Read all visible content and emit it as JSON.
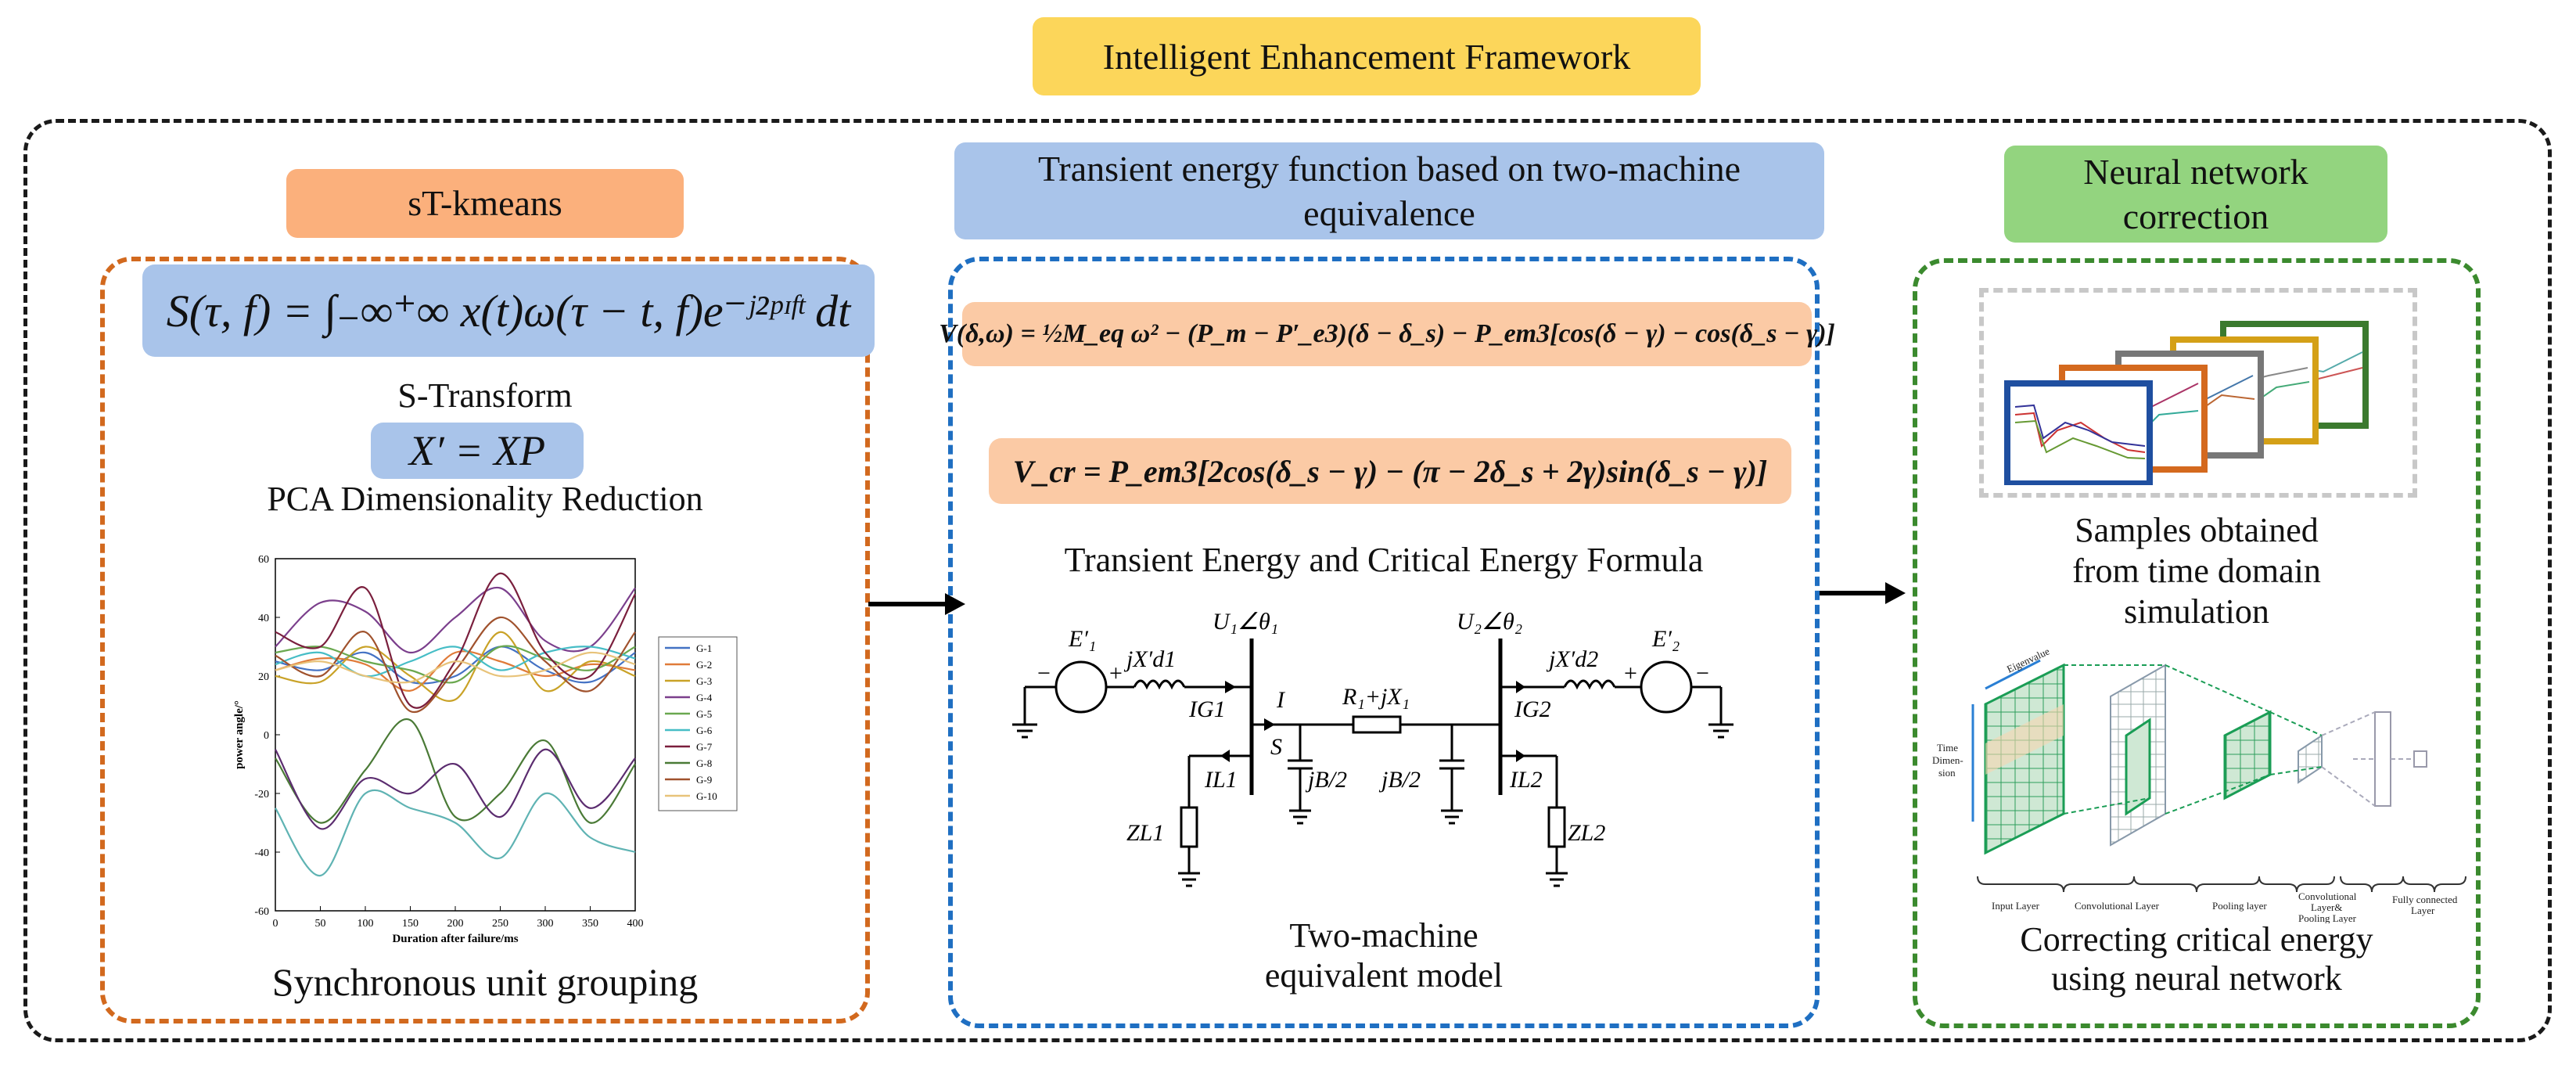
{
  "title": "Intelligent Enhancement Framework",
  "panels": {
    "clustering": {
      "header": "sT-kmeans",
      "formula_s_transform": "S(τ, f) = ∫₋∞⁺∞ x(t)ω(τ − t, f)e⁻ʲ²ᵖᶦᶠᵗ dt",
      "caption_s_transform": "S-Transform",
      "formula_pca": "X′ = XP",
      "caption_pca": "PCA Dimensionality Reduction",
      "caption_bottom": "Synchronous unit grouping"
    },
    "energy": {
      "header": "Transient energy function based on two-machine equivalence",
      "formula_v": "V(δ,ω) = ½M_eq ω² − (P_m − P′_e3)(δ − δ_s) − P_em3[cos(δ − γ) − cos(δ_s − γ)]",
      "formula_vcr": "V_cr = P_em3[2cos(δ_s − γ) − (π − 2δ_s + 2γ)sin(δ_s − γ)]",
      "caption_formula": "Transient Energy and Critical Energy Formula",
      "caption_model_line1": "Two-machine",
      "caption_model_line2": "equivalent model",
      "circuit_labels": {
        "e1": "E′₁",
        "e2": "E′₂",
        "jxd1": "jX′d1",
        "jxd2": "jX′d2",
        "u1": "U₁∠θ₁",
        "u2": "U₂∠θ₂",
        "ig1": "IG1",
        "ig2": "IG2",
        "i": "I",
        "s": "S",
        "r1": "R₁+jX₁",
        "jb_left": "jB/2",
        "jb_right": "jB/2",
        "il1": "IL1",
        "il2": "IL2",
        "zl1": "ZL1",
        "zl2": "ZL2",
        "minus_left": "−",
        "plus_left": "+",
        "plus_right": "+",
        "minus_right": "−"
      }
    },
    "correction": {
      "header_line1": "Neural network",
      "header_line2": "correction",
      "caption_samples_1": "Samples obtained",
      "caption_samples_2": "from time domain",
      "caption_samples_3": "simulation",
      "caption_nn_1": "Correcting critical energy",
      "caption_nn_2": "using neural network",
      "cnn_labels": {
        "eigenvalue": "Eigenvalue",
        "time_dim_1": "Time",
        "time_dim_2": "Dimen-",
        "time_dim_3": "sion",
        "input_layer": "Input Layer",
        "conv_layer": "Convolutional Layer",
        "pool_layer": "Pooling layer",
        "conv_pool_1": "Convolutional",
        "conv_pool_2": "Layer&",
        "conv_pool_3": "Pooling Layer",
        "fc_1": "Fully connected",
        "fc_2": "Layer"
      }
    }
  },
  "chart_data": {
    "type": "line",
    "title": "",
    "xlabel": "Duration after failure/ms",
    "ylabel": "power angle/°",
    "xlim": [
      0,
      400
    ],
    "ylim": [
      -60,
      60
    ],
    "xticks": [
      0,
      50,
      100,
      150,
      200,
      250,
      300,
      350,
      400
    ],
    "yticks": [
      -60,
      -40,
      -20,
      0,
      20,
      40,
      60
    ],
    "grid": false,
    "legend_position": "right",
    "x": [
      0,
      50,
      100,
      150,
      200,
      250,
      300,
      350,
      400
    ],
    "series": [
      {
        "name": "G-1",
        "color": "#4472c4",
        "values": [
          25,
          22,
          28,
          18,
          20,
          30,
          22,
          18,
          28
        ]
      },
      {
        "name": "G-2",
        "color": "#e07b39",
        "values": [
          22,
          26,
          24,
          15,
          28,
          25,
          20,
          24,
          22
        ]
      },
      {
        "name": "G-3",
        "color": "#c9a227",
        "values": [
          20,
          18,
          30,
          20,
          12,
          35,
          15,
          25,
          20
        ]
      },
      {
        "name": "G-4",
        "color": "#7b3f8c",
        "values": [
          30,
          45,
          42,
          28,
          40,
          50,
          32,
          30,
          50
        ]
      },
      {
        "name": "G-5",
        "color": "#6aa84f",
        "values": [
          28,
          30,
          25,
          22,
          18,
          30,
          26,
          22,
          30
        ]
      },
      {
        "name": "G-6",
        "color": "#46bdc6",
        "values": [
          24,
          28,
          20,
          25,
          30,
          22,
          28,
          30,
          26
        ]
      },
      {
        "name": "G-7",
        "color": "#7a1f3d",
        "values": [
          35,
          30,
          50,
          10,
          25,
          55,
          28,
          20,
          48
        ]
      },
      {
        "name": "G-8",
        "color": "#4a7a36",
        "values": [
          -8,
          -30,
          -12,
          5,
          -28,
          -20,
          -2,
          -30,
          -10
        ]
      },
      {
        "name": "G-9",
        "color": "#a0522d",
        "values": [
          27,
          20,
          35,
          8,
          22,
          40,
          25,
          15,
          35
        ]
      },
      {
        "name": "G-10",
        "color": "#e8c37a",
        "values": [
          22,
          25,
          20,
          18,
          25,
          20,
          22,
          28,
          24
        ]
      },
      {
        "name": "",
        "color": "#5fb3b3",
        "values": [
          -25,
          -48,
          -20,
          -25,
          -30,
          -42,
          -20,
          -35,
          -40
        ]
      },
      {
        "name": "",
        "color": "#5b2c6f",
        "values": [
          -5,
          -32,
          -15,
          -20,
          -10,
          -28,
          -5,
          -25,
          -8
        ]
      }
    ]
  },
  "colors": {
    "title_bg": "#fcd65a",
    "orange_header": "#fbb07c",
    "blue_header": "#a9c4ea",
    "green_header": "#93d47f",
    "formula_peach": "#fbcaa5"
  }
}
